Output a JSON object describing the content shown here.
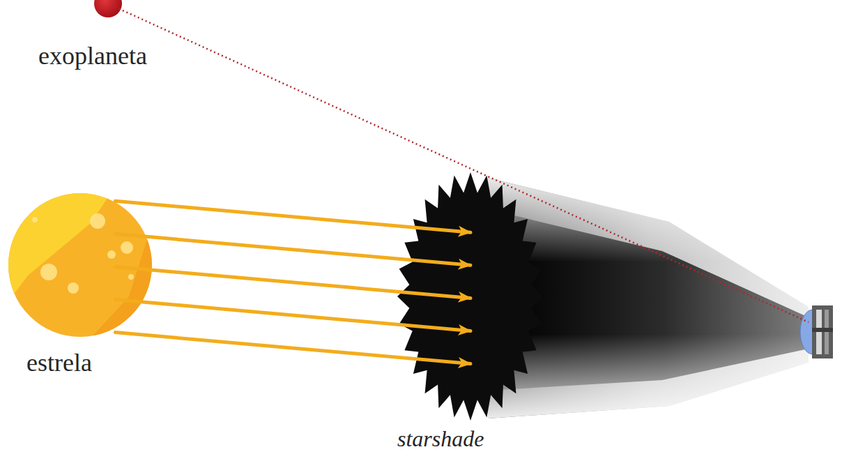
{
  "diagram": {
    "nodes": [
      {
        "text": [
          "exoplaneta"
        ]
      },
      {
        "text": [
          "estrela"
        ]
      },
      {
        "text": [
          "starshade"
        ]
      }
    ],
    "edges": [
      {
        "from": 1,
        "to": 2,
        "arrow": "to"
      },
      {
        "from": 1,
        "to": 2,
        "arrow": "to"
      },
      {
        "from": 1,
        "to": 2,
        "arrow": "to"
      },
      {
        "from": 1,
        "to": 2,
        "arrow": "to"
      },
      {
        "from": 1,
        "to": 2,
        "arrow": "to"
      }
    ]
  }
}
